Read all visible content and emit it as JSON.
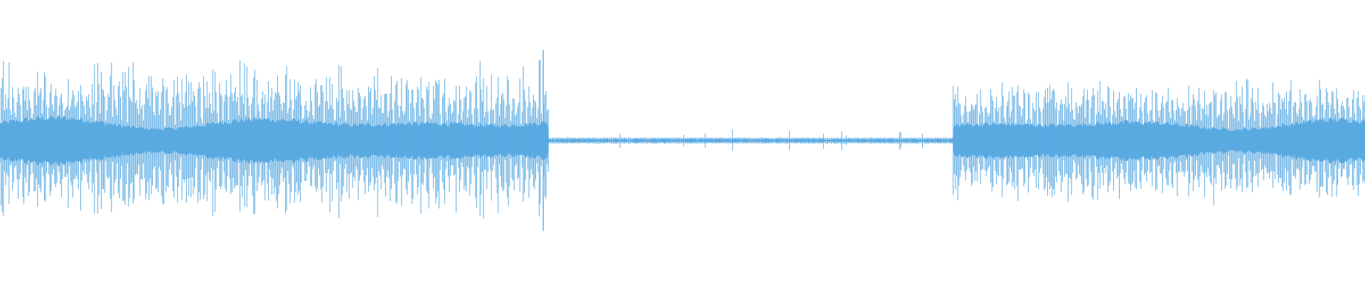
{
  "waveform": {
    "color": "#5aaae2",
    "background": "#ffffff",
    "amplitude_range": [
      -1,
      1
    ],
    "segments": [
      {
        "label": "speech",
        "start": 0.0,
        "end": 0.402,
        "level": 0.55,
        "spikes": 0.8
      },
      {
        "label": "silence",
        "start": 0.402,
        "end": 0.698,
        "level": 0.03,
        "spikes": 0.1
      },
      {
        "label": "speech",
        "start": 0.698,
        "end": 1.0,
        "level": 0.5,
        "spikes": 0.62
      }
    ],
    "peaks": [
      {
        "pos": 0.398,
        "amplitude": 0.98
      }
    ]
  }
}
